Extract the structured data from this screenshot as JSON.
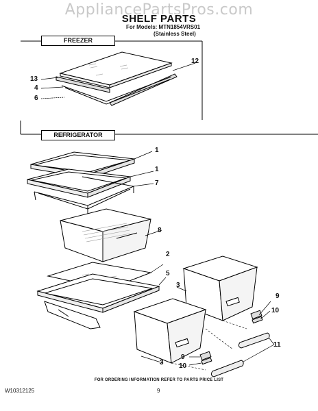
{
  "watermark": "AppliancePartsPros.com",
  "title": "SHELF PARTS",
  "subtitle_line1": "For Models: MTN1854VRS01",
  "subtitle_line2": "(Stainless Steel)",
  "sections": {
    "freezer": "FREEZER",
    "refrigerator": "REFRIGERATOR"
  },
  "callouts": {
    "c13": "13",
    "c4": "4",
    "c6": "6",
    "c12": "12",
    "c1a": "1",
    "c1b": "1",
    "c7": "7",
    "c8": "8",
    "c2": "2",
    "c5": "5",
    "c3a": "3",
    "c9a": "9",
    "c10a": "10",
    "c11": "11",
    "c3b": "3",
    "c9b": "9",
    "c10b": "10"
  },
  "footer": {
    "note": "FOR ORDERING INFORMATION REFER TO PARTS PRICE LIST",
    "doc_number": "W10312125",
    "page_number": "9"
  }
}
